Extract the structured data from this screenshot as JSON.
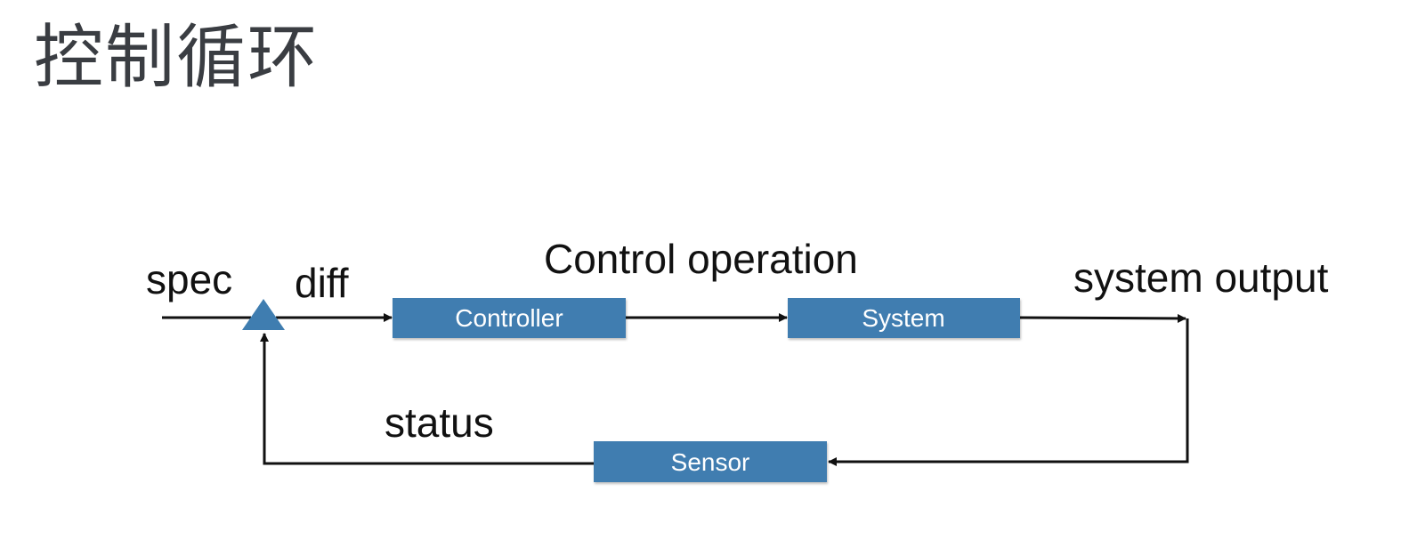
{
  "title": "控制循环",
  "colors": {
    "box_fill": "#3f7db0",
    "line": "#111111",
    "title_text": "#3a3d42"
  },
  "diagram": {
    "nodes": {
      "controller": "Controller",
      "system": "System",
      "sensor": "Sensor",
      "comparator_shape": "triangle"
    },
    "labels": {
      "spec": "spec",
      "diff": "diff",
      "control_operation": "Control operation",
      "system_output": "system output",
      "status": "status"
    }
  }
}
